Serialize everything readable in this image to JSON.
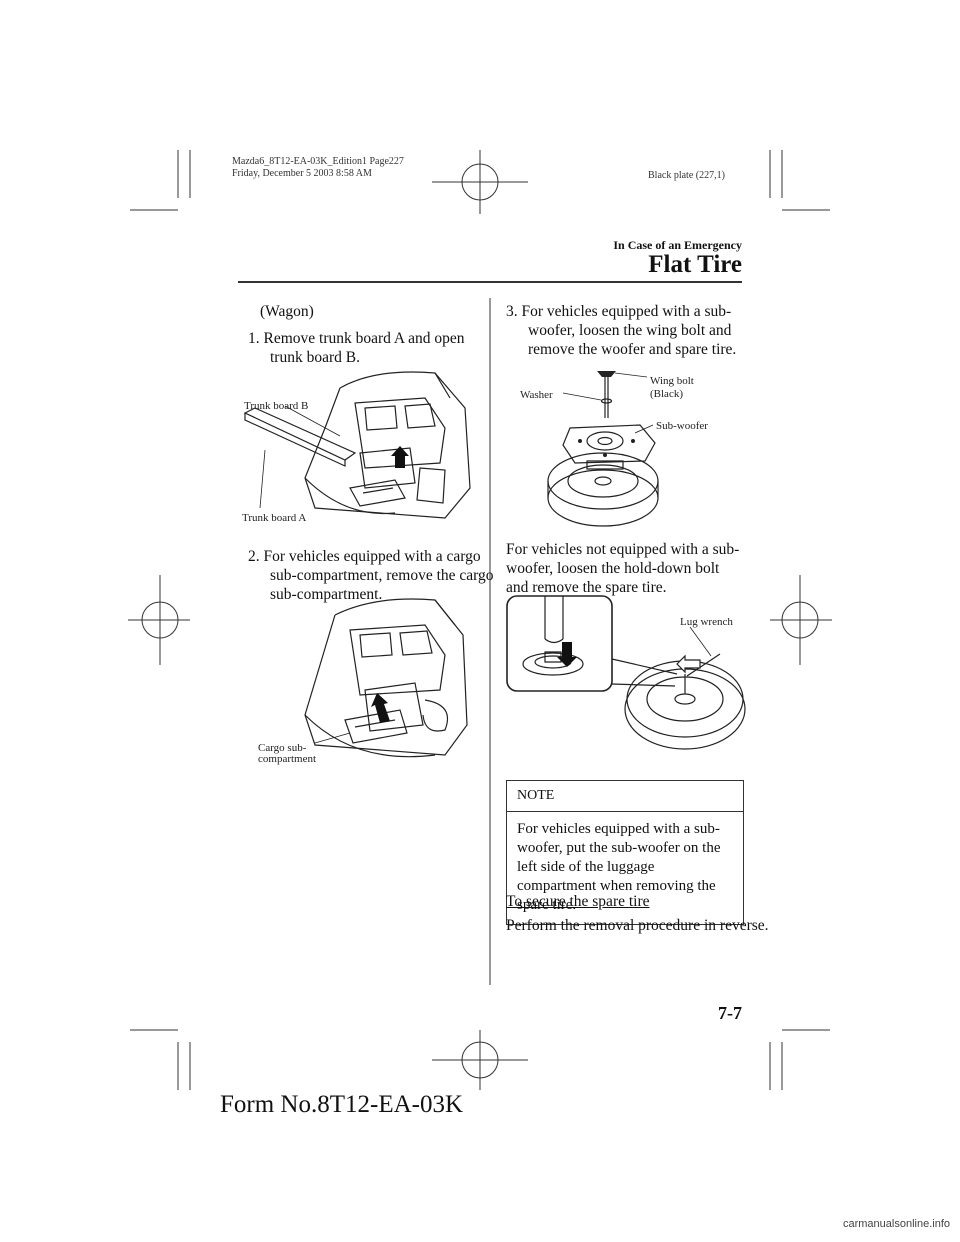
{
  "header": {
    "print_line1": "Mazda6_8T12-EA-03K_Edition1 Page227",
    "print_line2": "Friday, December 5 2003 8:58 AM",
    "plate": "Black plate (227,1)",
    "section_category": "In Case of an Emergency",
    "section_title": "Flat Tire"
  },
  "left": {
    "heading": "(Wagon)",
    "step1": "1. Remove trunk board A and open trunk board B.",
    "fig1_label_b": "Trunk board B",
    "fig1_label_a": "Trunk board A",
    "step2": "2. For vehicles equipped with a cargo sub-compartment, remove the cargo sub-compartment.",
    "fig2_label_line1": "Cargo sub-",
    "fig2_label_line2": "compartment"
  },
  "right": {
    "step3": "3. For vehicles equipped with a sub-woofer, loosen the wing bolt and remove the woofer and spare tire.",
    "fig3_washer": "Washer",
    "fig3_wingbolt_line1": "Wing bolt",
    "fig3_wingbolt_line2": "(Black)",
    "fig3_subwoofer": "Sub-woofer",
    "para": "For vehicles not equipped with a sub-woofer, loosen the hold-down bolt and remove the spare tire.",
    "fig4_lug": "Lug wrench",
    "note_head": "NOTE",
    "note_body": "For vehicles equipped with a sub-woofer, put the sub-woofer on the left side of the luggage compartment when removing the spare tire.",
    "subheading": "To secure the spare tire",
    "final": "Perform the removal procedure in reverse."
  },
  "footer": {
    "page_number": "7-7",
    "form_number": "Form No.8T12-EA-03K",
    "watermark": "carmanualsonline.info"
  }
}
